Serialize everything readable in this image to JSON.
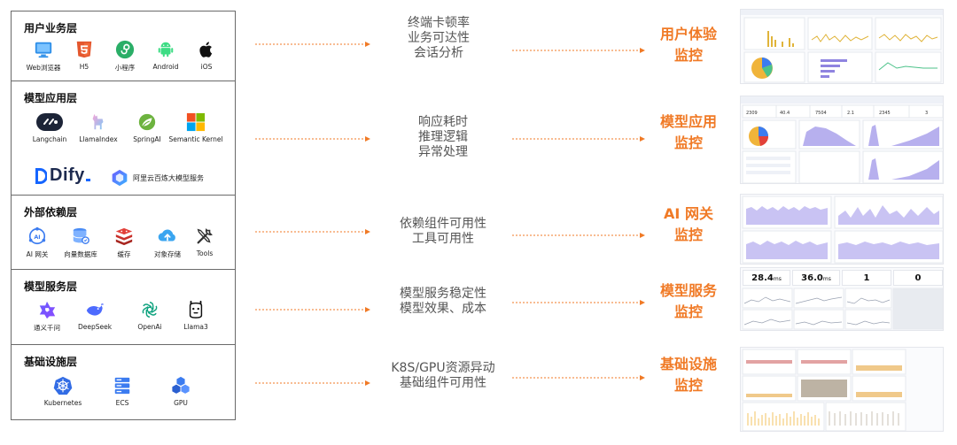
{
  "layers": [
    {
      "title": "用户业务层",
      "items": [
        {
          "label": "Web浏览器",
          "icon": "monitor-icon"
        },
        {
          "label": "H5",
          "icon": "html5-icon"
        },
        {
          "label": "小程序",
          "icon": "mini-program-icon"
        },
        {
          "label": "Android",
          "icon": "android-icon"
        },
        {
          "label": "iOS",
          "icon": "apple-icon"
        }
      ]
    },
    {
      "title": "模型应用层",
      "items": [
        {
          "label": "Langchain",
          "icon": "langchain-icon"
        },
        {
          "label": "LlamaIndex",
          "icon": "llamaindex-icon"
        },
        {
          "label": "SpringAI",
          "icon": "springai-icon"
        },
        {
          "label": "Semantic Kernel",
          "icon": "semantic-kernel-icon"
        }
      ],
      "logos": [
        {
          "label": "Dify",
          "icon": "dify-logo-icon"
        },
        {
          "label": "阿里云百炼大模型服务",
          "icon": "bailian-icon"
        }
      ]
    },
    {
      "title": "外部依赖层",
      "items": [
        {
          "label": "AI 网关",
          "icon": "ai-gateway-icon"
        },
        {
          "label": "向量数据库",
          "icon": "vector-db-icon"
        },
        {
          "label": "缓存",
          "icon": "cache-icon"
        },
        {
          "label": "对象存储",
          "icon": "object-storage-icon"
        },
        {
          "label": "Tools",
          "icon": "tools-icon"
        }
      ]
    },
    {
      "title": "模型服务层",
      "items": [
        {
          "label": "通义千问",
          "icon": "qwen-icon"
        },
        {
          "label": "DeepSeek",
          "icon": "deepseek-icon"
        },
        {
          "label": "OpenAi",
          "icon": "openai-icon"
        },
        {
          "label": "Llama3",
          "icon": "llama-icon"
        }
      ]
    },
    {
      "title": "基础设施层",
      "items": [
        {
          "label": "Kubernetes",
          "icon": "kubernetes-icon"
        },
        {
          "label": "ECS",
          "icon": "server-icon"
        },
        {
          "label": "GPU",
          "icon": "gpu-icon"
        }
      ]
    }
  ],
  "rows": [
    {
      "metrics": [
        "终端卡顿率",
        "业务可达性",
        "会话分析"
      ],
      "monitor": [
        "用户体验",
        "监控"
      ]
    },
    {
      "metrics": [
        "响应耗时",
        "推理逻辑",
        "异常处理"
      ],
      "monitor": [
        "模型应用",
        "监控"
      ]
    },
    {
      "metrics": [
        "依赖组件可用性",
        "工具可用性"
      ],
      "monitor": [
        "AI 网关",
        "监控"
      ]
    },
    {
      "metrics": [
        "模型服务稳定性",
        "模型效果、成本"
      ],
      "monitor": [
        "模型服务",
        "监控"
      ]
    },
    {
      "metrics": [
        "K8S/GPU资源异动",
        "基础组件可用性"
      ],
      "monitor": [
        "基础设施",
        "监控"
      ]
    }
  ],
  "gateway_stats": [
    {
      "value": "28.4",
      "unit": "ms"
    },
    {
      "value": "36.0",
      "unit": "ms"
    },
    {
      "value": "1",
      "unit": ""
    },
    {
      "value": "0",
      "unit": ""
    }
  ],
  "app_stats": [
    "2309",
    "40.4",
    "7504",
    "2.1",
    "2345",
    "3"
  ],
  "colors": {
    "accent": "#f07a26",
    "arrow": "#f07a26",
    "metric_text": "#555555",
    "border": "#6a6a6a",
    "chart_purple": "#8f84e0",
    "chart_yellow": "#e0b43a"
  }
}
